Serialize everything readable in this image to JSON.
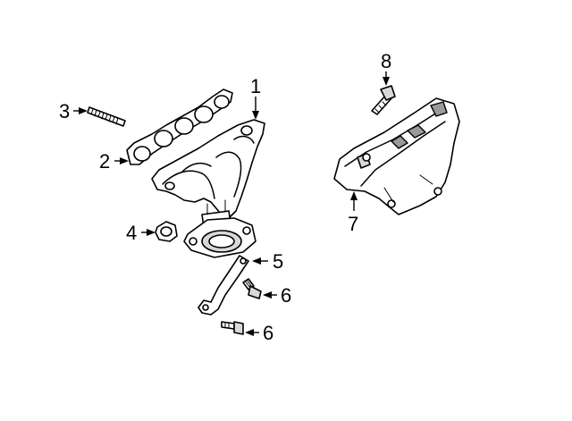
{
  "callouts": {
    "c1": "1",
    "c2": "2",
    "c3": "3",
    "c4": "4",
    "c5": "5",
    "c6a": "6",
    "c6b": "6",
    "c7": "7",
    "c8": "8"
  },
  "colors": {
    "line": "#000000",
    "background": "#ffffff",
    "shade": "#d8d8d8"
  }
}
